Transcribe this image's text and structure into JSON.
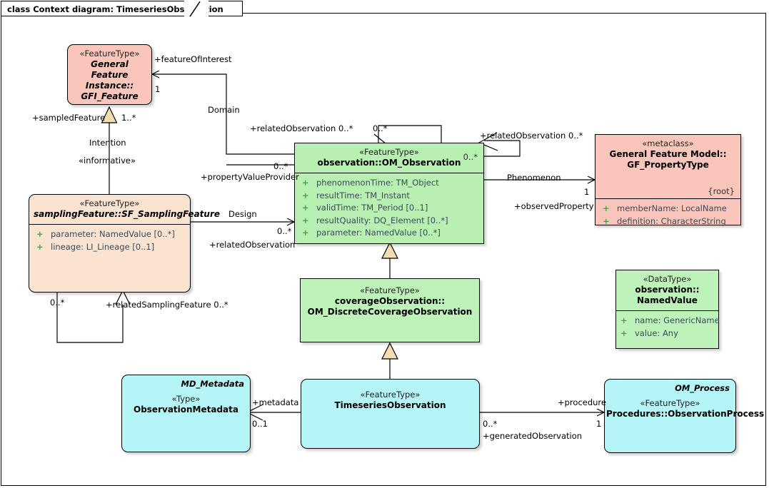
{
  "diagram": {
    "frame_title": "class Context diagram: TimeseriesObservation",
    "type": "uml-class-diagram"
  },
  "classes": {
    "gfi_feature": {
      "stereotype": "«FeatureType»",
      "name_line1": "General Feature",
      "name_line2": "Instance::",
      "name_line3": "GFI_Feature",
      "color": "#fac6bb"
    },
    "sampling_feature": {
      "stereotype": "«FeatureType»",
      "name": "samplingFeature::SF_SamplingFeature",
      "color": "#fbe3d2",
      "attributes": [
        {
          "vis": "+",
          "text": "parameter: NamedValue [0..*]"
        },
        {
          "vis": "+",
          "text": "lineage: LI_Lineage [0..1]"
        }
      ]
    },
    "om_observation": {
      "stereotype": "«FeatureType»",
      "name": "observation::OM_Observation",
      "corner_multiplicity": "0..*",
      "color": "#b7f0b1",
      "attributes": [
        {
          "vis": "+",
          "text": "phenomenonTime: TM_Object"
        },
        {
          "vis": "+",
          "text": "resultTime: TM_Instant"
        },
        {
          "vis": "+",
          "text": "validTime: TM_Period [0..1]"
        },
        {
          "vis": "+",
          "text": "resultQuality: DQ_Element [0..*]"
        },
        {
          "vis": "+",
          "text": "parameter: NamedValue [0..*]"
        }
      ]
    },
    "gf_propertytype": {
      "stereotype": "«metaclass»",
      "name_line1": "General Feature Model::",
      "name_line2": "GF_PropertyType",
      "root_tag": "{root}",
      "color": "#fac6bb",
      "attributes": [
        {
          "vis": "+",
          "text": "memberName: LocalName"
        },
        {
          "vis": "+",
          "text": "definition: CharacterString"
        }
      ]
    },
    "coverage_observation": {
      "stereotype": "«FeatureType»",
      "name_line1": "coverageObservation::",
      "name_line2": "OM_DiscreteCoverageObservation",
      "color": "#bdf2b8"
    },
    "named_value": {
      "stereotype": "«DataType»",
      "name_line1": "observation::",
      "name_line2": "NamedValue",
      "color": "#bdf2b8",
      "attributes": [
        {
          "vis": "+",
          "text": "name: GenericName"
        },
        {
          "vis": "+",
          "text": "value: Any"
        }
      ]
    },
    "observation_metadata": {
      "corner_type": "MD_Metadata",
      "stereotype": "«Type»",
      "name": "ObservationMetadata",
      "color": "#b6f5f7"
    },
    "timeseries_observation": {
      "stereotype": "«FeatureType»",
      "name": "TimeseriesObservation",
      "color": "#b6f5f7"
    },
    "observation_process": {
      "corner_type": "OM_Process",
      "stereotype": "«FeatureType»",
      "name": "Procedures::ObservationProcess",
      "color": "#b6f5f7"
    }
  },
  "associations": {
    "feature_of_interest": {
      "role": "+featureOfInterest",
      "multiplicity": "1",
      "name": "Domain"
    },
    "sampled_feature": {
      "role": "+sampledFeature",
      "multiplicity": "1..*"
    },
    "intention": {
      "name": "Intention",
      "stereotype": "«informative»"
    },
    "related_observation_top": {
      "role": "+relatedObservation 0..*",
      "multiplicity": "0..*"
    },
    "property_value_provider": {
      "role": "+propertyValueProvider",
      "multiplicity": "0..*"
    },
    "related_observation_right": {
      "role": "+relatedObservation 0..*"
    },
    "phenomenon": {
      "name": "Phenomenon",
      "role": "+observedProperty",
      "multiplicity": "1"
    },
    "design": {
      "name": "Design",
      "role": "+relatedObservation",
      "multiplicity": "0..*"
    },
    "related_sampling_feature": {
      "role": "+relatedSamplingFeature 0..*",
      "multiplicity": "0..*"
    },
    "metadata": {
      "role": "+metadata",
      "multiplicity": "0..1"
    },
    "procedure": {
      "role": "+procedure",
      "multiplicity": "1"
    },
    "generated_observation": {
      "role": "+generatedObservation",
      "multiplicity": "0..*"
    }
  },
  "colors": {
    "pink": "#fac6bb",
    "peach": "#fbe3d2",
    "green": "#b7f0b1",
    "cyan": "#b6f5f7",
    "triangle_fill": "#f5ddb3",
    "line": "#000000"
  }
}
